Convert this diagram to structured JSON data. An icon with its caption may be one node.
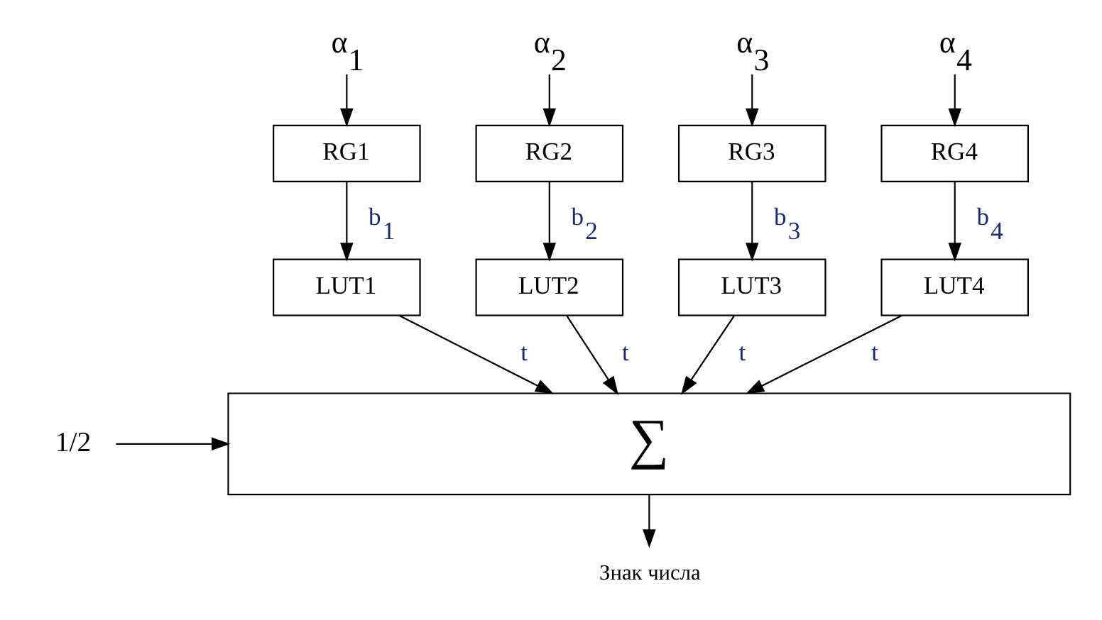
{
  "diagram": {
    "nodes": [
      {
        "text": [
          "α$_{1}$"
        ]
      },
      {
        "text": [
          "α$_{2}$"
        ]
      },
      {
        "text": [
          "α$_{3}$"
        ]
      },
      {
        "text": [
          "α$_{4}$"
        ]
      },
      {
        "text": [
          "RG1"
        ]
      },
      {
        "text": [
          "RG2"
        ]
      },
      {
        "text": [
          "RG3"
        ]
      },
      {
        "text": [
          "RG4"
        ]
      },
      {
        "text": [
          "LUT1"
        ]
      },
      {
        "text": [
          "LUT2"
        ]
      },
      {
        "text": [
          "LUT3"
        ]
      },
      {
        "text": [
          "LUT4"
        ]
      },
      {
        "text": [
          "∑"
        ]
      },
      {
        "text": [
          "1/2"
        ]
      },
      {
        "text": [
          "Знак числа"
        ]
      }
    ],
    "edges": [
      {
        "from": 0,
        "to": 4,
        "arrow": "to"
      },
      {
        "from": 1,
        "to": 5,
        "arrow": "to"
      },
      {
        "from": 2,
        "to": 6,
        "arrow": "to"
      },
      {
        "from": 3,
        "to": 7,
        "arrow": "to"
      },
      {
        "from": 4,
        "to": 8,
        "arrow": "to",
        "label": "b$_{1}$"
      },
      {
        "from": 5,
        "to": 9,
        "arrow": "to",
        "label": "b$_{2}$"
      },
      {
        "from": 6,
        "to": 10,
        "arrow": "to",
        "label": "b$_{3}$"
      },
      {
        "from": 7,
        "to": 11,
        "arrow": "to",
        "label": "b$_{4}$"
      },
      {
        "from": 8,
        "to": 12,
        "arrow": "to",
        "label": "t"
      },
      {
        "from": 9,
        "to": 12,
        "arrow": "to",
        "label": "t"
      },
      {
        "from": 10,
        "to": 12,
        "arrow": "to",
        "label": "t"
      },
      {
        "from": 11,
        "to": 12,
        "arrow": "to",
        "label": "t"
      },
      {
        "from": 13,
        "to": 12,
        "arrow": "to"
      },
      {
        "from": 12,
        "to": 14,
        "arrow": "to"
      }
    ]
  }
}
